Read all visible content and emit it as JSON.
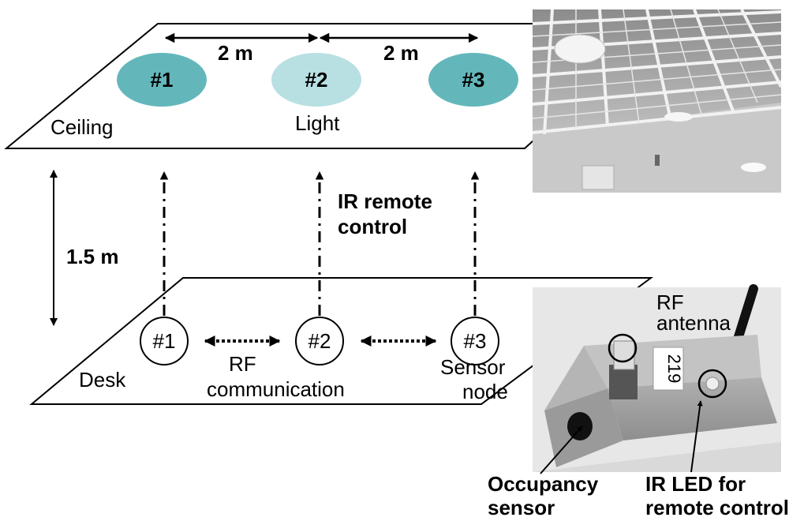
{
  "ceiling": {
    "label": "Ceiling",
    "light_label": "Light",
    "lights": [
      "#1",
      "#2",
      "#3"
    ],
    "spacing_left": "2 m",
    "spacing_right": "2 m",
    "colors": {
      "light_dark": "#63b7bb",
      "light_active": "#b8e0e2"
    }
  },
  "height": {
    "label": "1.5 m"
  },
  "ir": {
    "line1": "IR remote",
    "line2": "control"
  },
  "desk": {
    "label": "Desk",
    "nodes": [
      "#1",
      "#2",
      "#3"
    ],
    "rf_line1": "RF",
    "rf_line2": "communication",
    "sensor_line1": "Sensor",
    "sensor_line2": "node"
  },
  "photo_ceiling": {
    "icon": "ceiling-grid-photo"
  },
  "photo_sensor": {
    "icon": "sensor-node-photo",
    "device_number": "219",
    "antenna_line1": "RF",
    "antenna_line2": "antenna",
    "occupancy_line1": "Occupancy",
    "occupancy_line2": "sensor",
    "irled_line1": "IR LED for",
    "irled_line2": "remote control"
  }
}
